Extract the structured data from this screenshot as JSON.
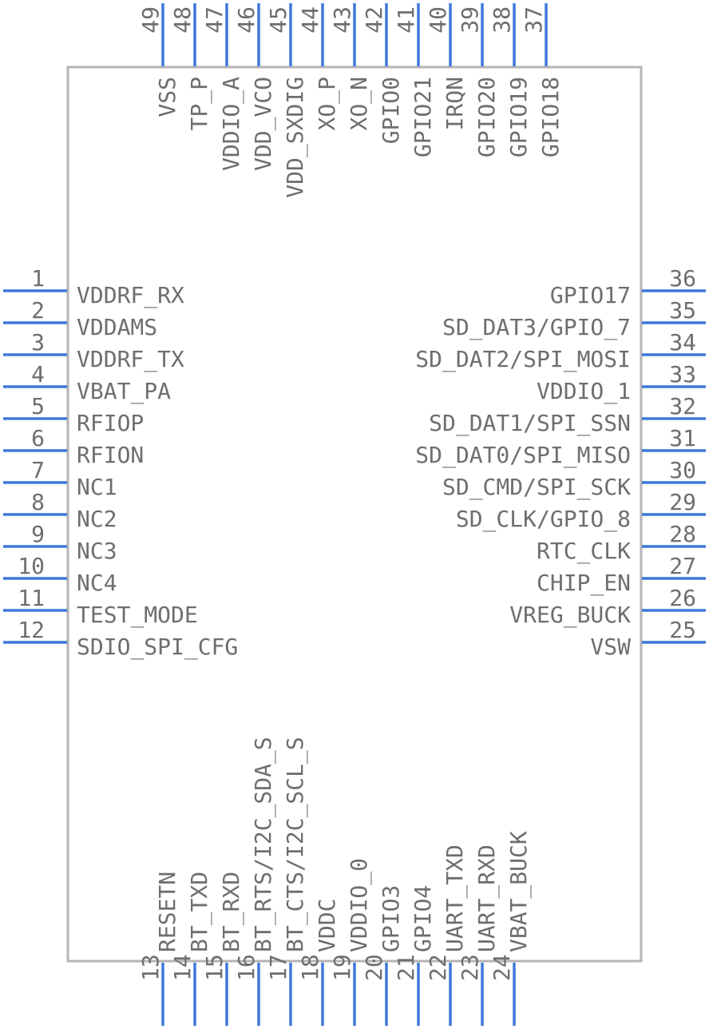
{
  "colors": {
    "background": "#ffffff",
    "body_stroke": "#b4b4b4",
    "pin": "#3c78dc",
    "text": "#6e6e6e"
  },
  "pins": {
    "left": [
      {
        "num": "1",
        "name": "VDDRF_RX"
      },
      {
        "num": "2",
        "name": "VDDAMS"
      },
      {
        "num": "3",
        "name": "VDDRF_TX"
      },
      {
        "num": "4",
        "name": "VBAT_PA"
      },
      {
        "num": "5",
        "name": "RFIOP"
      },
      {
        "num": "6",
        "name": "RFION"
      },
      {
        "num": "7",
        "name": "NC1"
      },
      {
        "num": "8",
        "name": "NC2"
      },
      {
        "num": "9",
        "name": "NC3"
      },
      {
        "num": "10",
        "name": "NC4"
      },
      {
        "num": "11",
        "name": "TEST_MODE"
      },
      {
        "num": "12",
        "name": "SDIO_SPI_CFG"
      }
    ],
    "right": [
      {
        "num": "36",
        "name": "GPIO17"
      },
      {
        "num": "35",
        "name": "SD_DAT3/GPIO_7"
      },
      {
        "num": "34",
        "name": "SD_DAT2/SPI_MOSI"
      },
      {
        "num": "33",
        "name": "VDDIO_1"
      },
      {
        "num": "32",
        "name": "SD_DAT1/SPI_SSN"
      },
      {
        "num": "31",
        "name": "SD_DAT0/SPI_MISO"
      },
      {
        "num": "30",
        "name": "SD_CMD/SPI_SCK"
      },
      {
        "num": "29",
        "name": "SD_CLK/GPIO_8"
      },
      {
        "num": "28",
        "name": "RTC_CLK"
      },
      {
        "num": "27",
        "name": "CHIP_EN"
      },
      {
        "num": "26",
        "name": "VREG_BUCK"
      },
      {
        "num": "25",
        "name": "VSW"
      }
    ],
    "top": [
      {
        "num": "49",
        "name": "VSS"
      },
      {
        "num": "48",
        "name": "TP_P"
      },
      {
        "num": "47",
        "name": "VDDIO_A"
      },
      {
        "num": "46",
        "name": "VDD_VCO"
      },
      {
        "num": "45",
        "name": "VDD_SXDIG"
      },
      {
        "num": "44",
        "name": "XO_P"
      },
      {
        "num": "43",
        "name": "XO_N"
      },
      {
        "num": "42",
        "name": "GPIO0"
      },
      {
        "num": "41",
        "name": "GPIO21"
      },
      {
        "num": "40",
        "name": "IRQN"
      },
      {
        "num": "39",
        "name": "GPIO20"
      },
      {
        "num": "38",
        "name": "GPIO19"
      },
      {
        "num": "37",
        "name": "GPIO18"
      }
    ],
    "bottom": [
      {
        "num": "13",
        "name": "RESETN"
      },
      {
        "num": "14",
        "name": "BT_TXD"
      },
      {
        "num": "15",
        "name": "BT_RXD"
      },
      {
        "num": "16",
        "name": "BT_RTS/I2C_SDA_S"
      },
      {
        "num": "17",
        "name": "BT_CTS/I2C_SCL_S"
      },
      {
        "num": "18",
        "name": "VDDC"
      },
      {
        "num": "19",
        "name": "VDDIO_0"
      },
      {
        "num": "20",
        "name": "GPIO3"
      },
      {
        "num": "21",
        "name": "GPIO4"
      },
      {
        "num": "22",
        "name": "UART_TXD"
      },
      {
        "num": "23",
        "name": "UART_RXD"
      },
      {
        "num": "24",
        "name": "VBAT_BUCK"
      }
    ]
  }
}
